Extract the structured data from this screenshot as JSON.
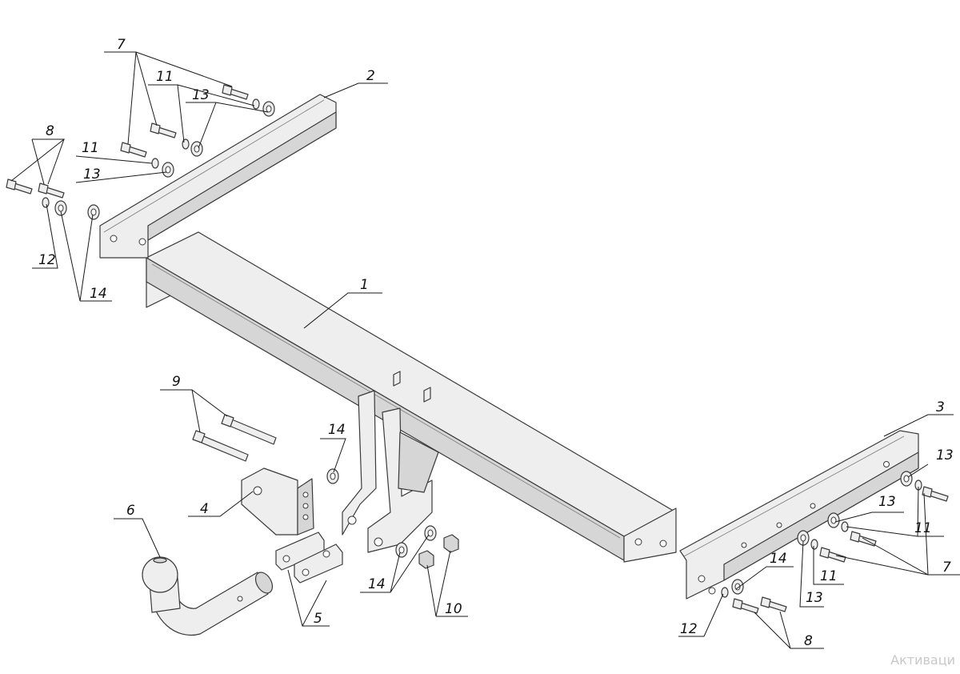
{
  "diagram": {
    "type": "exploded-assembly",
    "parts": [
      {
        "id": "frame",
        "number": "1"
      },
      {
        "id": "left-bracket",
        "number": "2"
      },
      {
        "id": "right-bracket",
        "number": "3"
      },
      {
        "id": "socket-plate",
        "number": "4"
      },
      {
        "id": "spacer-plates",
        "number": "5"
      },
      {
        "id": "tow-ball",
        "number": "6"
      },
      {
        "id": "bolts-m10",
        "number": "7"
      },
      {
        "id": "bolts-m12",
        "number": "8"
      },
      {
        "id": "long-bolts",
        "number": "9"
      },
      {
        "id": "nuts",
        "number": "10"
      },
      {
        "id": "spring-washers-11",
        "number": "11"
      },
      {
        "id": "spring-washers-12",
        "number": "12"
      },
      {
        "id": "flat-washers-13",
        "number": "13"
      },
      {
        "id": "flat-washers-14",
        "number": "14"
      }
    ],
    "callouts": {
      "c1": "1",
      "c2": "2",
      "c3": "3",
      "c4": "4",
      "c5": "5",
      "c6": "6",
      "c7_left": "7",
      "c7_right": "7",
      "c8_left": "8",
      "c8_right": "8",
      "c9": "9",
      "c10": "10",
      "c11_left_top": "11",
      "c11_left_mid": "11",
      "c11_right_a": "11",
      "c11_right_b": "11",
      "c12_left": "12",
      "c12_right": "12",
      "c13_left_top": "13",
      "c13_left_mid": "13",
      "c13_right_a": "13",
      "c13_right_b": "13",
      "c13_right_c": "13",
      "c14_left": "14",
      "c14_center": "14",
      "c14_bottom": "14",
      "c14_right": "14"
    }
  },
  "watermark": "Активаци"
}
